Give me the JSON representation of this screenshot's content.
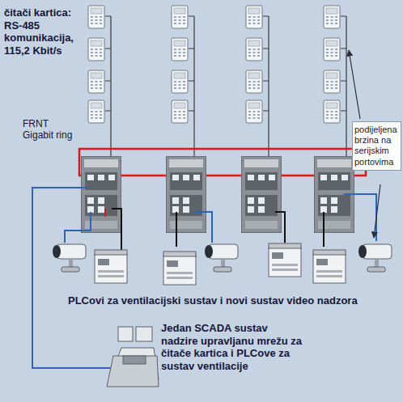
{
  "diagram": {
    "nodes": [
      {
        "text": [
          "podijeljena brzina na serijskim portovima"
        ]
      }
    ],
    "labels": [
      "čitači kartica: RS-485 komunikacija, 115,2 Kbit/s",
      "FRNT Gigabit ring",
      "PLCovi za ventilacijski sustav i novi sustav video nadzora",
      "Jedan SCADA sustav nadzire upravljanu mrežu za čitače kartica i PLCove za sustav ventilacije"
    ]
  }
}
